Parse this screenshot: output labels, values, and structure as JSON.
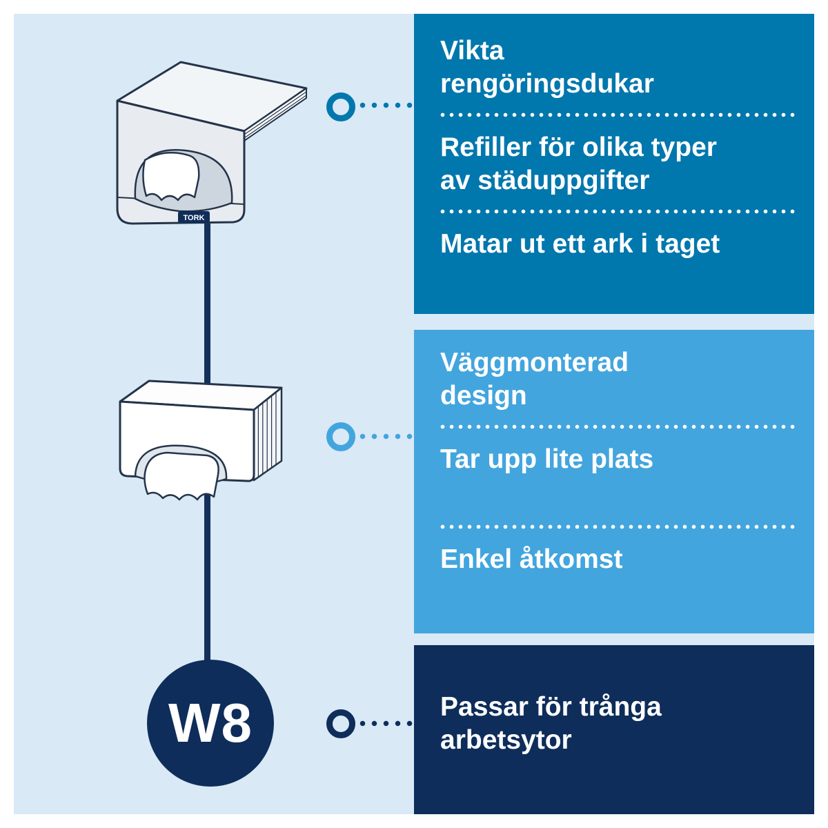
{
  "badge": {
    "label": "W8"
  },
  "dispenser_label": "TORK",
  "panels": {
    "top": {
      "items": [
        "Vikta\nrengöringsdukar",
        "Refiller för olika typer\nav städuppgifter",
        "Matar ut ett ark i taget"
      ]
    },
    "middle": {
      "items": [
        "Väggmonterad\ndesign",
        "Tar upp lite plats",
        "Enkel åtkomst"
      ]
    },
    "bottom": {
      "items": [
        "Passar för trånga\narbetsytor"
      ]
    }
  },
  "colors": {
    "background": "#d9e9f6",
    "panel_top": "#0077ad",
    "panel_middle": "#43a5de",
    "panel_bottom": "#0e2d5a",
    "connector_line": "#14305a",
    "text": "#ffffff"
  }
}
